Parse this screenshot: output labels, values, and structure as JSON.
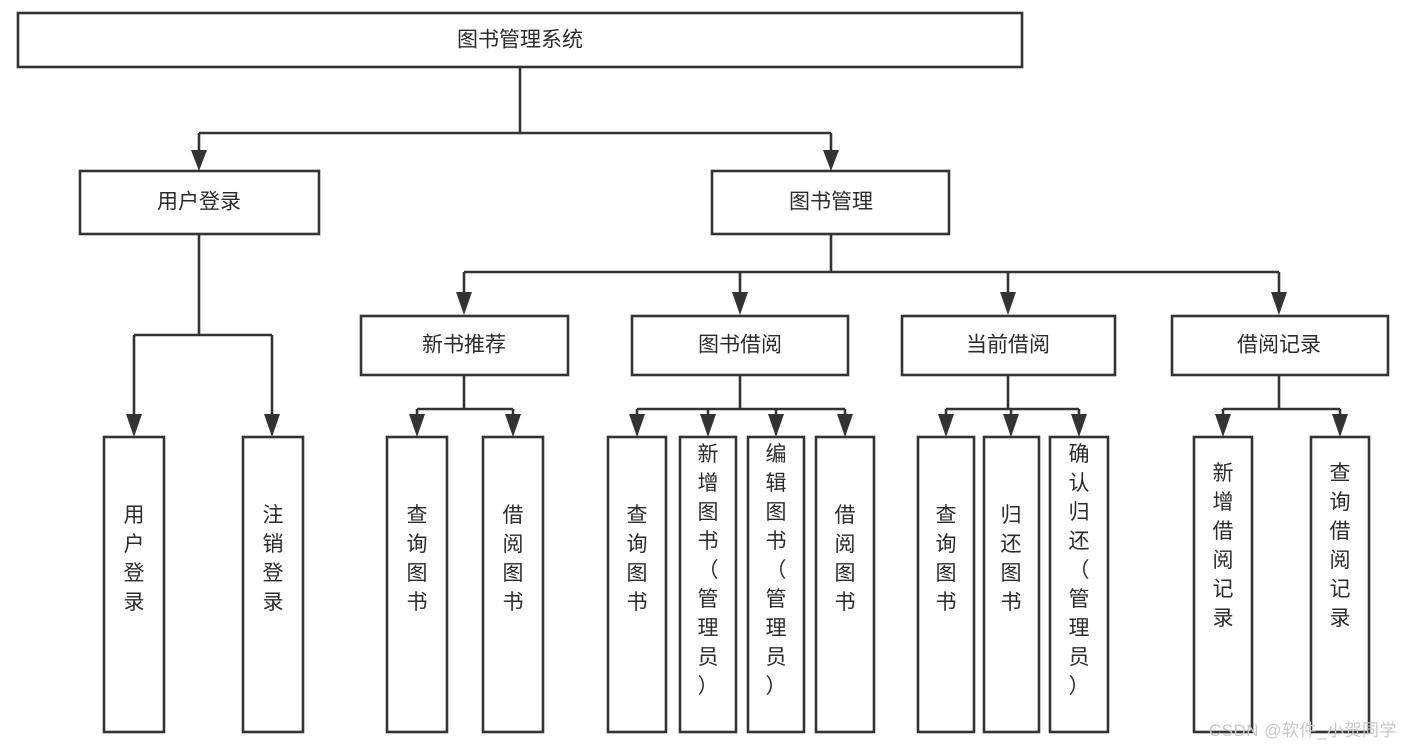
{
  "diagram": {
    "type": "tree",
    "title": "图书管理系统",
    "watermark": "CSDN @软件_小贺同学",
    "colors": {
      "stroke": "#333333",
      "fill": "#ffffff",
      "text": "#2b2b2b",
      "watermark": "#c7c7c7",
      "background": "#ffffff"
    },
    "levels": {
      "root": {
        "label": "图书管理系统"
      },
      "level2": [
        {
          "label": "用户登录"
        },
        {
          "label": "图书管理"
        }
      ],
      "level3": [
        {
          "label": "新书推荐"
        },
        {
          "label": "图书借阅"
        },
        {
          "label": "当前借阅"
        },
        {
          "label": "借阅记录"
        }
      ],
      "leaves": {
        "user_login": [
          {
            "label": "用户登录"
          },
          {
            "label": "注销登录"
          }
        ],
        "new_book_recommend": [
          {
            "label": "查询图书"
          },
          {
            "label": "借阅图书"
          }
        ],
        "book_borrow": [
          {
            "label": "查询图书"
          },
          {
            "label": "新增图书（管理员）"
          },
          {
            "label": "编辑图书（管理员）"
          },
          {
            "label": "借阅图书"
          }
        ],
        "current_borrow": [
          {
            "label": "查询图书"
          },
          {
            "label": "归还图书"
          },
          {
            "label": "确认归还（管理员）"
          }
        ],
        "borrow_record": [
          {
            "label": "新增借阅记录"
          },
          {
            "label": "查询借阅记录"
          }
        ]
      }
    }
  }
}
